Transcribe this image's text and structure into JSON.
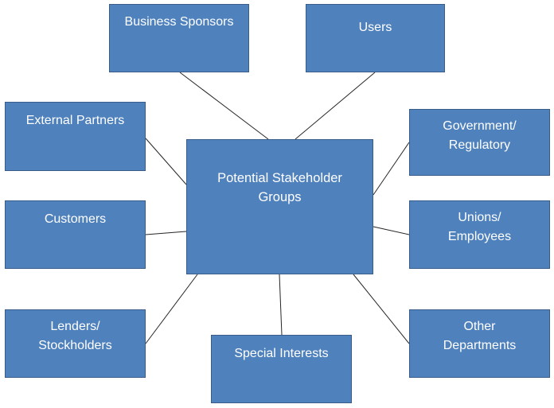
{
  "diagram": {
    "center": {
      "label": "Potential Stakeholder\nGroups"
    },
    "nodes": {
      "business_sponsors": "Business Sponsors",
      "users": "Users",
      "external_partners": "External Partners",
      "government_regulatory": "Government/\nRegulatory",
      "customers": "Customers",
      "unions_employees": "Unions/\nEmployees",
      "lenders_stockholders": "Lenders/\nStockholders",
      "other_departments": "Other\nDepartments",
      "special_interests": "Special Interests"
    },
    "colors": {
      "box_fill": "#4f81bd",
      "box_border": "#385d8a",
      "text": "#ffffff",
      "connector": "#262626"
    }
  }
}
